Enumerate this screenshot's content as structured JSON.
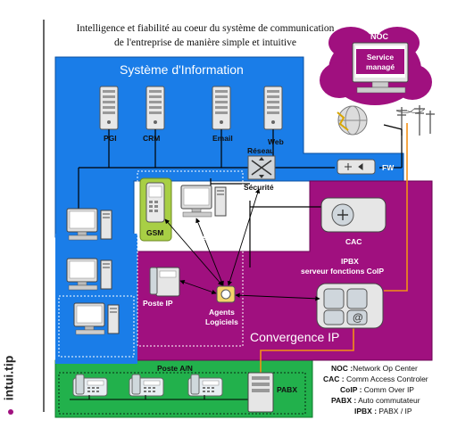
{
  "header": {
    "line1": "Intelligence et fiabilité au coeur du système de communication",
    "line2": "de l'entreprise de manière simple et intuitive"
  },
  "colors": {
    "blue": "#1a7de8",
    "purple": "#a0107f",
    "green": "#22b14c",
    "gsm_green": "#a8cf45",
    "orange": "#f39017"
  },
  "zones": {
    "si": "Système d'Information",
    "convergence": "Convergence IP"
  },
  "noc": {
    "title": "NOC",
    "screen_line1": "Service",
    "screen_line2": "managé"
  },
  "servers": [
    {
      "label": "PGI",
      "icon": "server-icon"
    },
    {
      "label": "CRM",
      "icon": "server-icon"
    },
    {
      "label": "Email",
      "icon": "server-icon"
    },
    {
      "label": "Web",
      "icon": "server-icon"
    }
  ],
  "nodes": {
    "reseau": "Réseau",
    "securite": "Sécurité",
    "fw": "FW",
    "gsm": "GSM",
    "poste_pc": "Poste PC",
    "cac": "CAC",
    "ipbx_line1": "IPBX",
    "ipbx_line2": "serveur fonctions CoIP",
    "poste_ip": "Poste IP",
    "agents_line1": "Agents",
    "agents_line2": "Logiciels",
    "poste_an": "Poste A/N",
    "pabx": "PABX"
  },
  "legend": [
    {
      "abbr": "NOC :",
      "text": "Network Op Center"
    },
    {
      "abbr": "CAC :",
      "text": "Comm Access Controler"
    },
    {
      "abbr": "CoIP :",
      "text": "Comm Over IP"
    },
    {
      "abbr": "PABX :",
      "text": "Auto commutateur"
    },
    {
      "abbr": "IPBX :",
      "text": "PABX / IP"
    }
  ],
  "logo": {
    "text": "intui.tip"
  }
}
